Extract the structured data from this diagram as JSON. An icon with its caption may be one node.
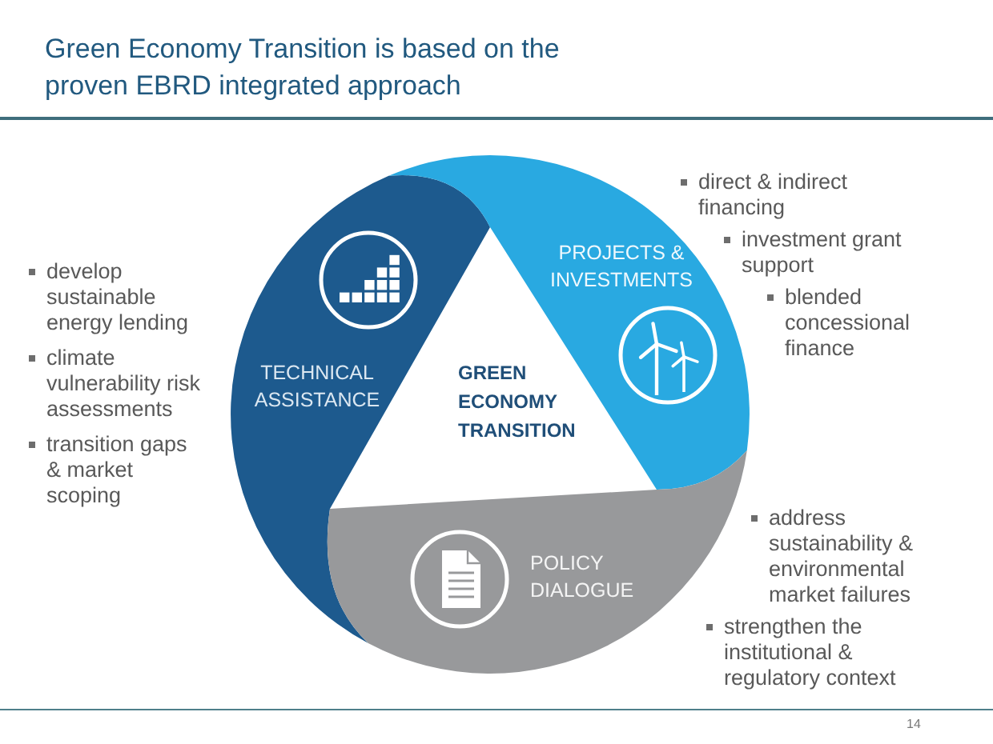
{
  "diagram": {
    "title": "Green Economy Transition is based on the proven EBRD integrated approach",
    "nodes": [
      {
        "text": [
          "TECHNICAL ASSISTANCE"
        ],
        "beside": [
          "develop sustainable energy lending",
          "climate vulnerability risk assessments",
          "transition gaps & market scoping"
        ]
      },
      {
        "text": [
          "PROJECTS & INVESTMENTS"
        ],
        "beside": [
          "direct & indirect financing",
          "investment grant support",
          "blended concessional finance"
        ]
      },
      {
        "text": [
          "GREEN ECONOMY TRANSITION"
        ]
      },
      {
        "text": [
          "POLICY DIALOGUE"
        ],
        "beside": [
          "address sustainability & environmental market failures",
          "strengthen the institutional & regulatory context"
        ]
      }
    ],
    "labels": [
      "14"
    ]
  }
}
